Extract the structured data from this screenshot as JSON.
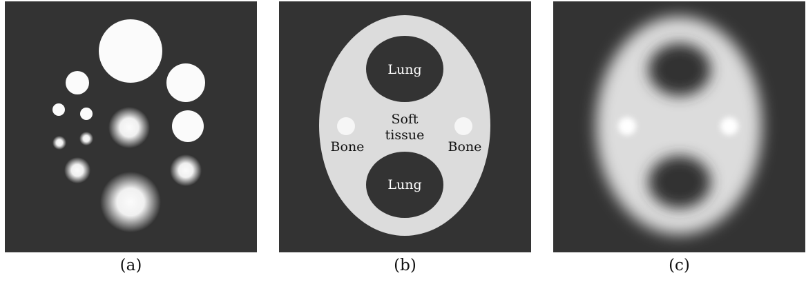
{
  "colors": {
    "background": "#333333",
    "soft_tissue": "#dcdcdc",
    "lung": "#333333",
    "bone": "#f6f6f6",
    "disk": "#fbfbfb"
  },
  "panels": [
    {
      "caption": "(a)"
    },
    {
      "caption": "(b)",
      "labels": {
        "lung_top": "Lung",
        "lung_bottom": "Lung",
        "soft_tissue_line1": "Soft",
        "soft_tissue_line2": "tissue",
        "bone_left": "Bone",
        "bone_right": "Bone"
      }
    },
    {
      "caption": "(c)"
    }
  ]
}
